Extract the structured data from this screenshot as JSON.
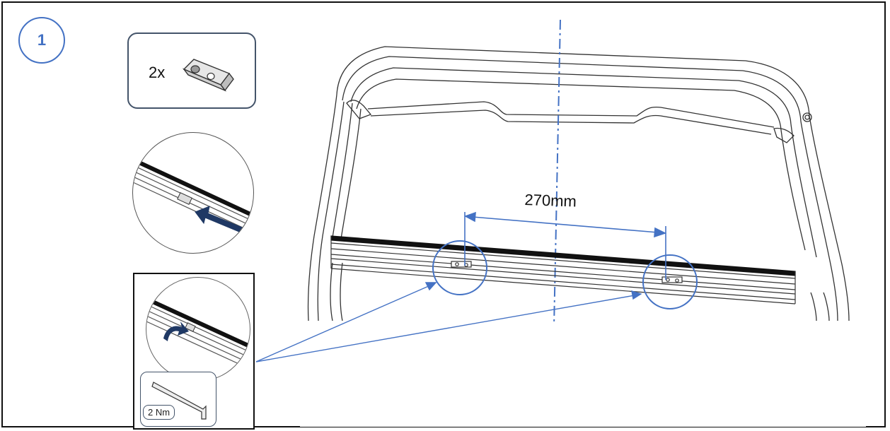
{
  "step": {
    "number": "1"
  },
  "parts": {
    "quantity": "2x"
  },
  "dimension": {
    "spacing": "270mm"
  },
  "tool": {
    "torque": "2 Nm"
  },
  "colors": {
    "accent": "#4472c4",
    "navy": "#1f3864",
    "line": "#333333"
  }
}
